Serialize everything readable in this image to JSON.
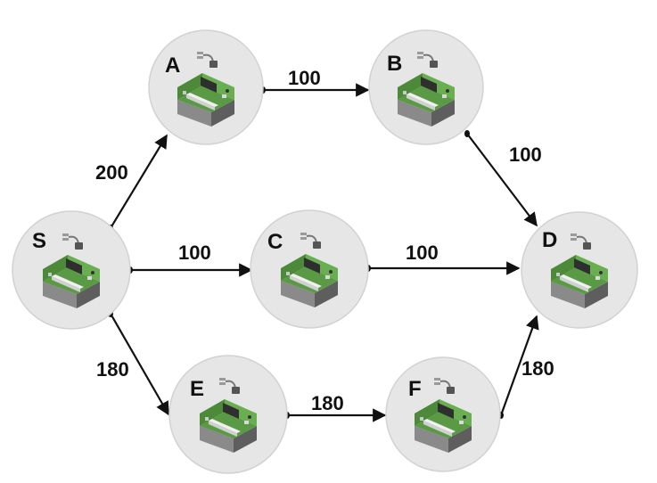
{
  "colors": {
    "node_fill": "#e6e6e6",
    "node_stroke": "#d2d2d2",
    "edge": "#111111",
    "board_green": "#5a9a45",
    "box_dark": "#6f6f6f"
  },
  "icons": {
    "node_icon": "network-device-icon"
  },
  "nodes": [
    {
      "id": "A",
      "label": "A"
    },
    {
      "id": "B",
      "label": "B"
    },
    {
      "id": "S",
      "label": "S"
    },
    {
      "id": "C",
      "label": "C"
    },
    {
      "id": "D",
      "label": "D"
    },
    {
      "id": "E",
      "label": "E"
    },
    {
      "id": "F",
      "label": "F"
    }
  ],
  "edges": [
    {
      "from": "S",
      "to": "A",
      "weight": "200"
    },
    {
      "from": "A",
      "to": "B",
      "weight": "100"
    },
    {
      "from": "B",
      "to": "D",
      "weight": "100"
    },
    {
      "from": "S",
      "to": "C",
      "weight": "100"
    },
    {
      "from": "C",
      "to": "D",
      "weight": "100"
    },
    {
      "from": "S",
      "to": "E",
      "weight": "180"
    },
    {
      "from": "E",
      "to": "F",
      "weight": "180"
    },
    {
      "from": "F",
      "to": "D",
      "weight": "180"
    }
  ]
}
